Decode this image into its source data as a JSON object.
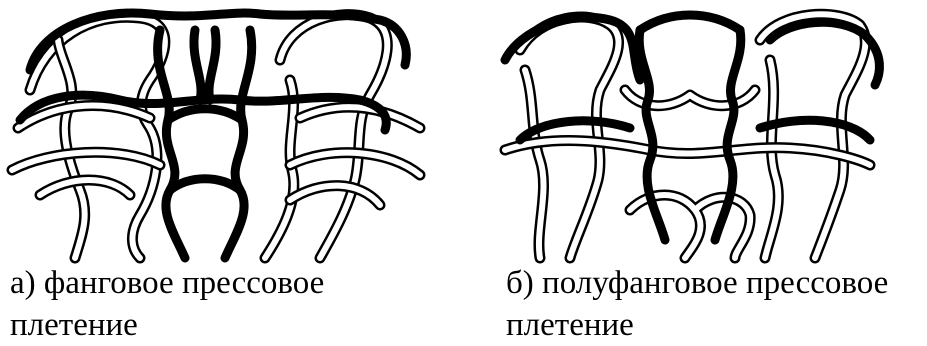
{
  "panel_a": {
    "caption_line1": "а) фанговое прессовое",
    "caption_line2": "плетение"
  },
  "panel_b": {
    "caption_line1": "б) полуфанговое прессовое",
    "caption_line2": "плетение"
  },
  "colors": {
    "highlight_yarn": "#000000",
    "plain_yarn_outline": "#000000",
    "plain_yarn_fill": "#ffffff"
  },
  "icons": [
    "knit-loop-diagram"
  ]
}
